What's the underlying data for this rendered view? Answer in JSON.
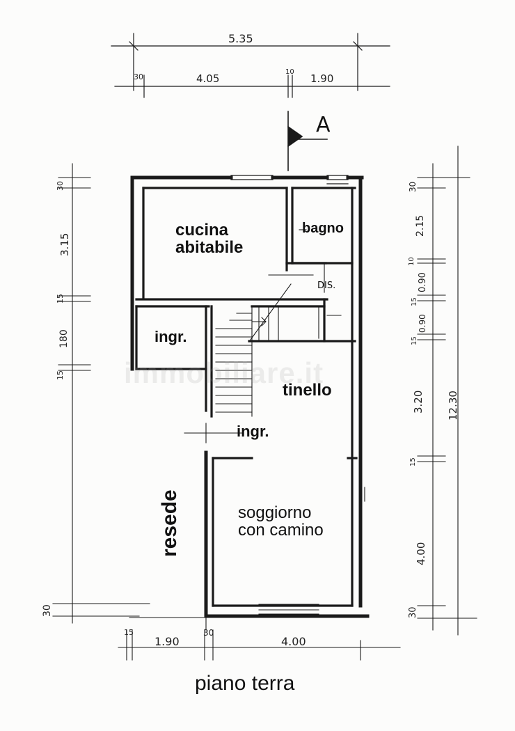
{
  "title": "piano terra",
  "section_marker": "A",
  "watermark": "immobiliare.it",
  "rooms": {
    "cucina": "cucina\nabitabile",
    "bagno": "bagno",
    "dis": "DIS.",
    "ingr_top": "ingr.",
    "tinello": "tinello",
    "ingr_mid": "ingr.",
    "soggiorno": "soggiorno\ncon camino",
    "resede": "resede"
  },
  "dimensions": {
    "top_total": "5.35",
    "top_a": "30",
    "top_b": "4.05",
    "top_c": "10",
    "top_d": "1.90",
    "left": [
      "30",
      "3.15",
      "15",
      "180",
      "15"
    ],
    "left_bottom": "30",
    "right": [
      "30",
      "2.15",
      "10",
      "0.90",
      "15",
      "0.90",
      "15",
      "3.20",
      "15",
      "4.00",
      "30"
    ],
    "right_total": "12.30",
    "bottom": [
      "15",
      "1.90",
      "30",
      "4.00"
    ]
  },
  "colors": {
    "ink": "#1a1a1a",
    "paper": "#fcfcfb"
  }
}
